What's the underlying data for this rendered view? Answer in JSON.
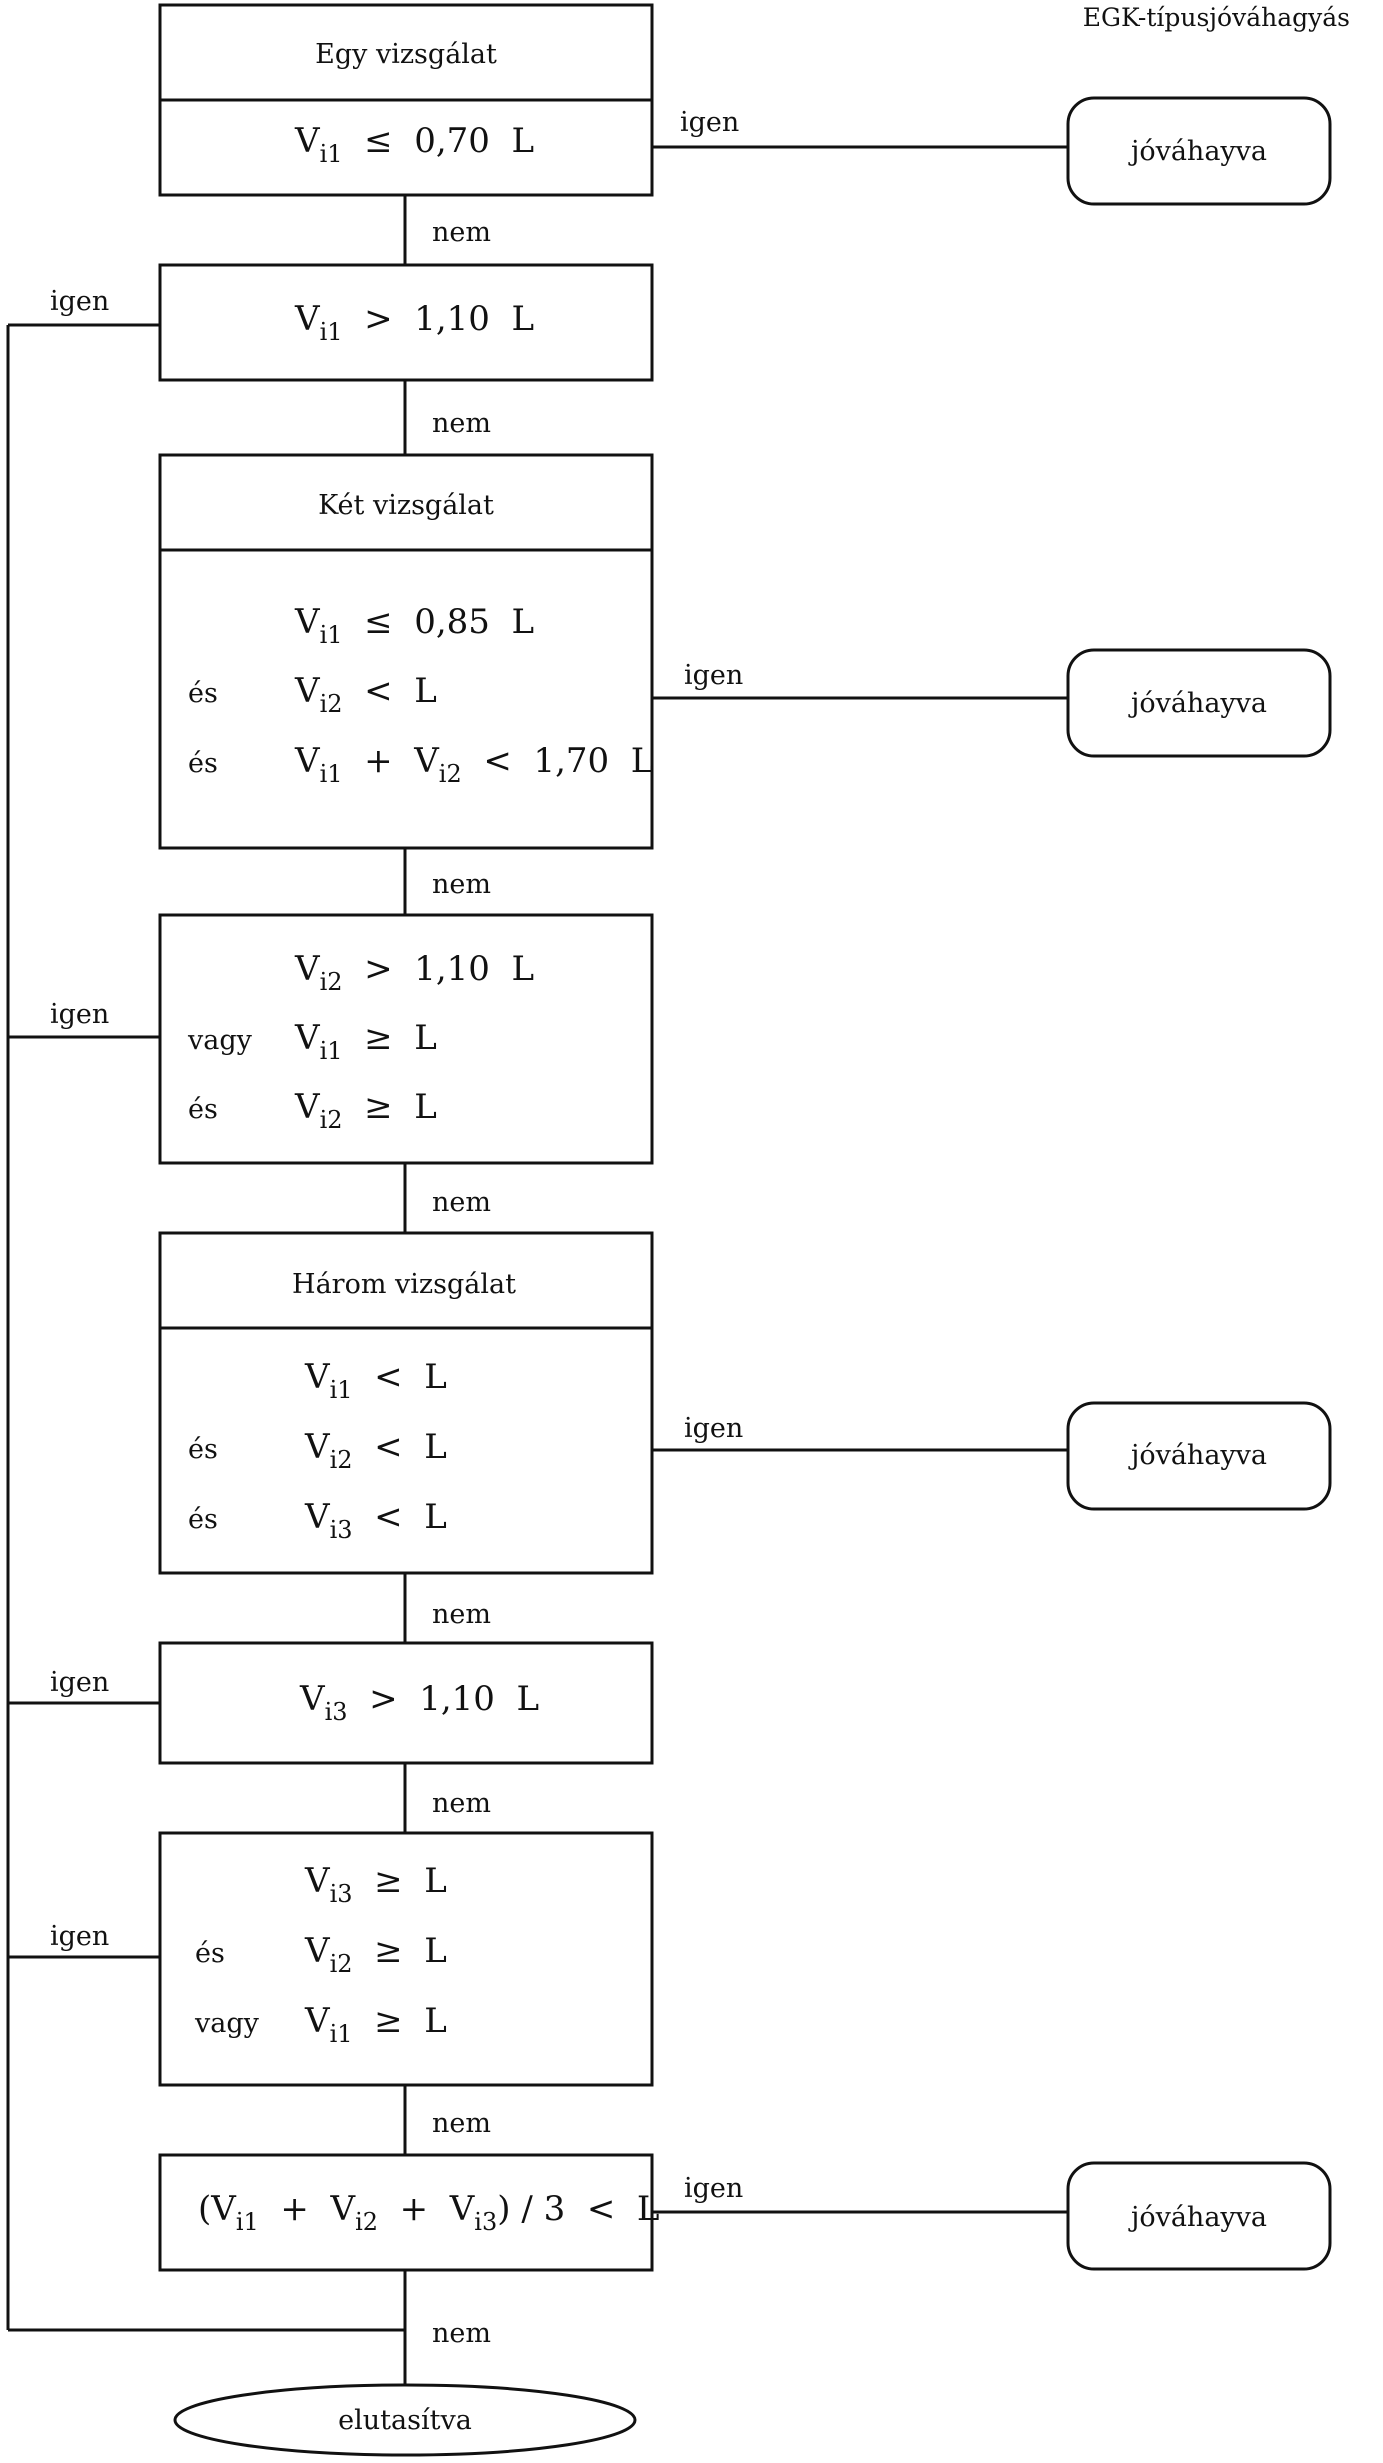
{
  "header": {
    "corner_title": "EGK-típusjóváhagyás"
  },
  "labels": {
    "yes": "igen",
    "no": "nem"
  },
  "sections": {
    "one_test": "Egy vizsgálat",
    "two_tests": "Két vizsgálat",
    "three_tests": "Három vizsgálat"
  },
  "conjunctions": {
    "and": "és",
    "or": "vagy"
  },
  "outcomes": {
    "approved": "jóváhayva",
    "rejected": "elutasítva"
  },
  "conditions": {
    "c1": {
      "v": "V",
      "sub": "i1",
      "rest": "  ≤  0,70  L"
    },
    "c2": {
      "v": "V",
      "sub": "i1",
      "rest": "  >  1,10  L"
    },
    "c3a": {
      "v": "V",
      "sub": "i1",
      "rest": "  ≤  0,85  L"
    },
    "c3b": {
      "v": "V",
      "sub": "i2",
      "rest": "  <  L"
    },
    "c3c": {
      "v1": "V",
      "sub1": "i1",
      "mid": "  +  V",
      "sub2": "i2",
      "rest": "  <  1,70  L"
    },
    "c4a": {
      "v": "V",
      "sub": "i2",
      "rest": "  >  1,10  L"
    },
    "c4b": {
      "v": "V",
      "sub": "i1",
      "rest": "  ≥  L"
    },
    "c4c": {
      "v": "V",
      "sub": "i2",
      "rest": "  ≥  L"
    },
    "c5a": {
      "v": "V",
      "sub": "i1",
      "rest": "  <  L"
    },
    "c5b": {
      "v": "V",
      "sub": "i2",
      "rest": "  <  L"
    },
    "c5c": {
      "v": "V",
      "sub": "i3",
      "rest": "  <  L"
    },
    "c6": {
      "v": "V",
      "sub": "i3",
      "rest": "  >  1,10  L"
    },
    "c7a": {
      "v": "V",
      "sub": "i3",
      "rest": "  ≥  L"
    },
    "c7b": {
      "v": "V",
      "sub": "i2",
      "rest": "  ≥  L"
    },
    "c7c": {
      "v": "V",
      "sub": "i1",
      "rest": "  ≥  L"
    },
    "c8": {
      "p1": "(V",
      "sub1": "i1",
      "p2": "  +  V",
      "sub2": "i2",
      "p3": "  +  V",
      "sub3": "i3",
      "p4": ") / 3  <  L"
    }
  }
}
